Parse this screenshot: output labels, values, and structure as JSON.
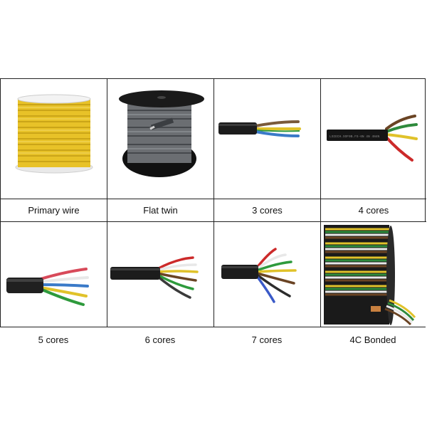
{
  "products": [
    {
      "label": "Primary wire",
      "icon": "yellow-wire-spool"
    },
    {
      "label": "Flat twin",
      "icon": "gray-flat-twin-spool"
    },
    {
      "label": "3 cores",
      "icon": "three-core-cable"
    },
    {
      "label": "4 cores",
      "icon": "four-core-cable"
    },
    {
      "label": "5 cores",
      "icon": "five-core-cable"
    },
    {
      "label": "6 cores",
      "icon": "six-core-cable"
    },
    {
      "label": "7 cores",
      "icon": "seven-core-cable"
    },
    {
      "label": "4C Bonded",
      "icon": "bonded-ribbon-spool"
    }
  ],
  "cable_print": "LSIECH.SOF0B.FS-6N  4N  4N4N"
}
